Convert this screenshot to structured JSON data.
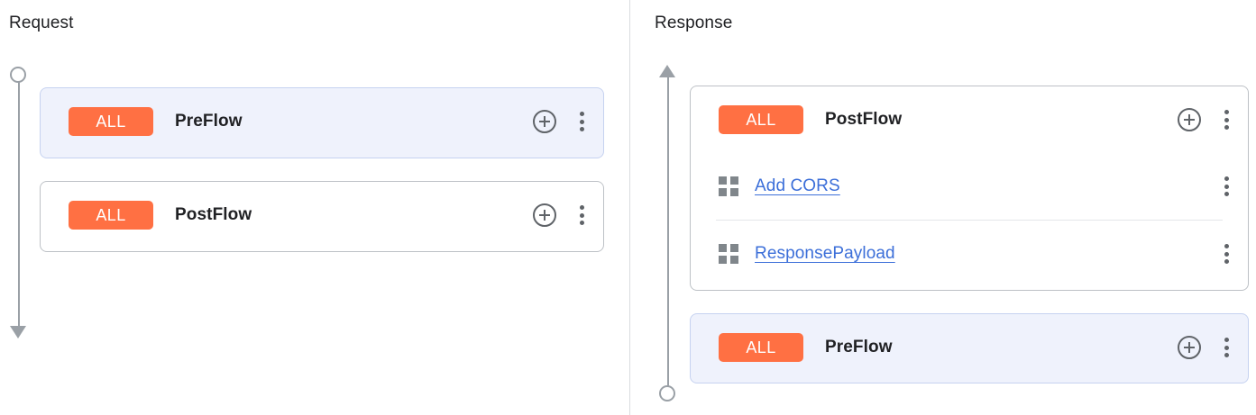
{
  "theme": {
    "badge_color": "#ff7043",
    "selected_card_bg": "#eff2fc",
    "selected_card_border": "#c6d2f0",
    "card_border": "#bdc1c6",
    "link_color": "#3c6fd9",
    "rail_color": "#9aa0a6",
    "icon_color": "#5f6368",
    "divider_color": "#dadce0",
    "text_color": "#202124"
  },
  "request": {
    "title": "Request",
    "rail": {
      "start_marker": "circle",
      "end_marker": "arrow-down",
      "direction": "down"
    },
    "cards": [
      {
        "selected": true,
        "badge": "ALL",
        "name": "PreFlow",
        "add_icon": "plus-circle-icon",
        "more_icon": "more-vert-icon",
        "policies": []
      },
      {
        "selected": false,
        "badge": "ALL",
        "name": "PostFlow",
        "add_icon": "plus-circle-icon",
        "more_icon": "more-vert-icon",
        "policies": []
      }
    ]
  },
  "response": {
    "title": "Response",
    "rail": {
      "start_marker": "circle",
      "end_marker": "arrow-up",
      "direction": "up"
    },
    "cards": [
      {
        "selected": false,
        "badge": "ALL",
        "name": "PostFlow",
        "add_icon": "plus-circle-icon",
        "more_icon": "more-vert-icon",
        "policies": [
          {
            "icon": "policy-grid-icon",
            "label": "Add CORS",
            "more_icon": "more-vert-icon"
          },
          {
            "icon": "policy-grid-icon",
            "label": "ResponsePayload",
            "more_icon": "more-vert-icon"
          }
        ]
      },
      {
        "selected": true,
        "badge": "ALL",
        "name": "PreFlow",
        "add_icon": "plus-circle-icon",
        "more_icon": "more-vert-icon",
        "policies": []
      }
    ]
  }
}
